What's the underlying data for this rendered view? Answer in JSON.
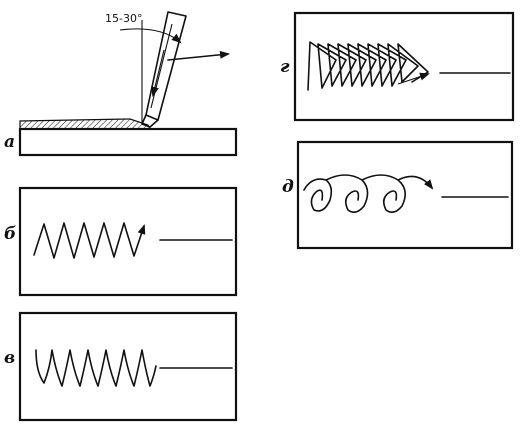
{
  "angle_label": "15-30°",
  "panels": {
    "a": {
      "label": "а"
    },
    "b": {
      "label": "б"
    },
    "v": {
      "label": "в"
    },
    "g": {
      "label": "г"
    },
    "d": {
      "label": "д"
    }
  },
  "colors": {
    "ink": "#111111",
    "background": "#ffffff"
  }
}
